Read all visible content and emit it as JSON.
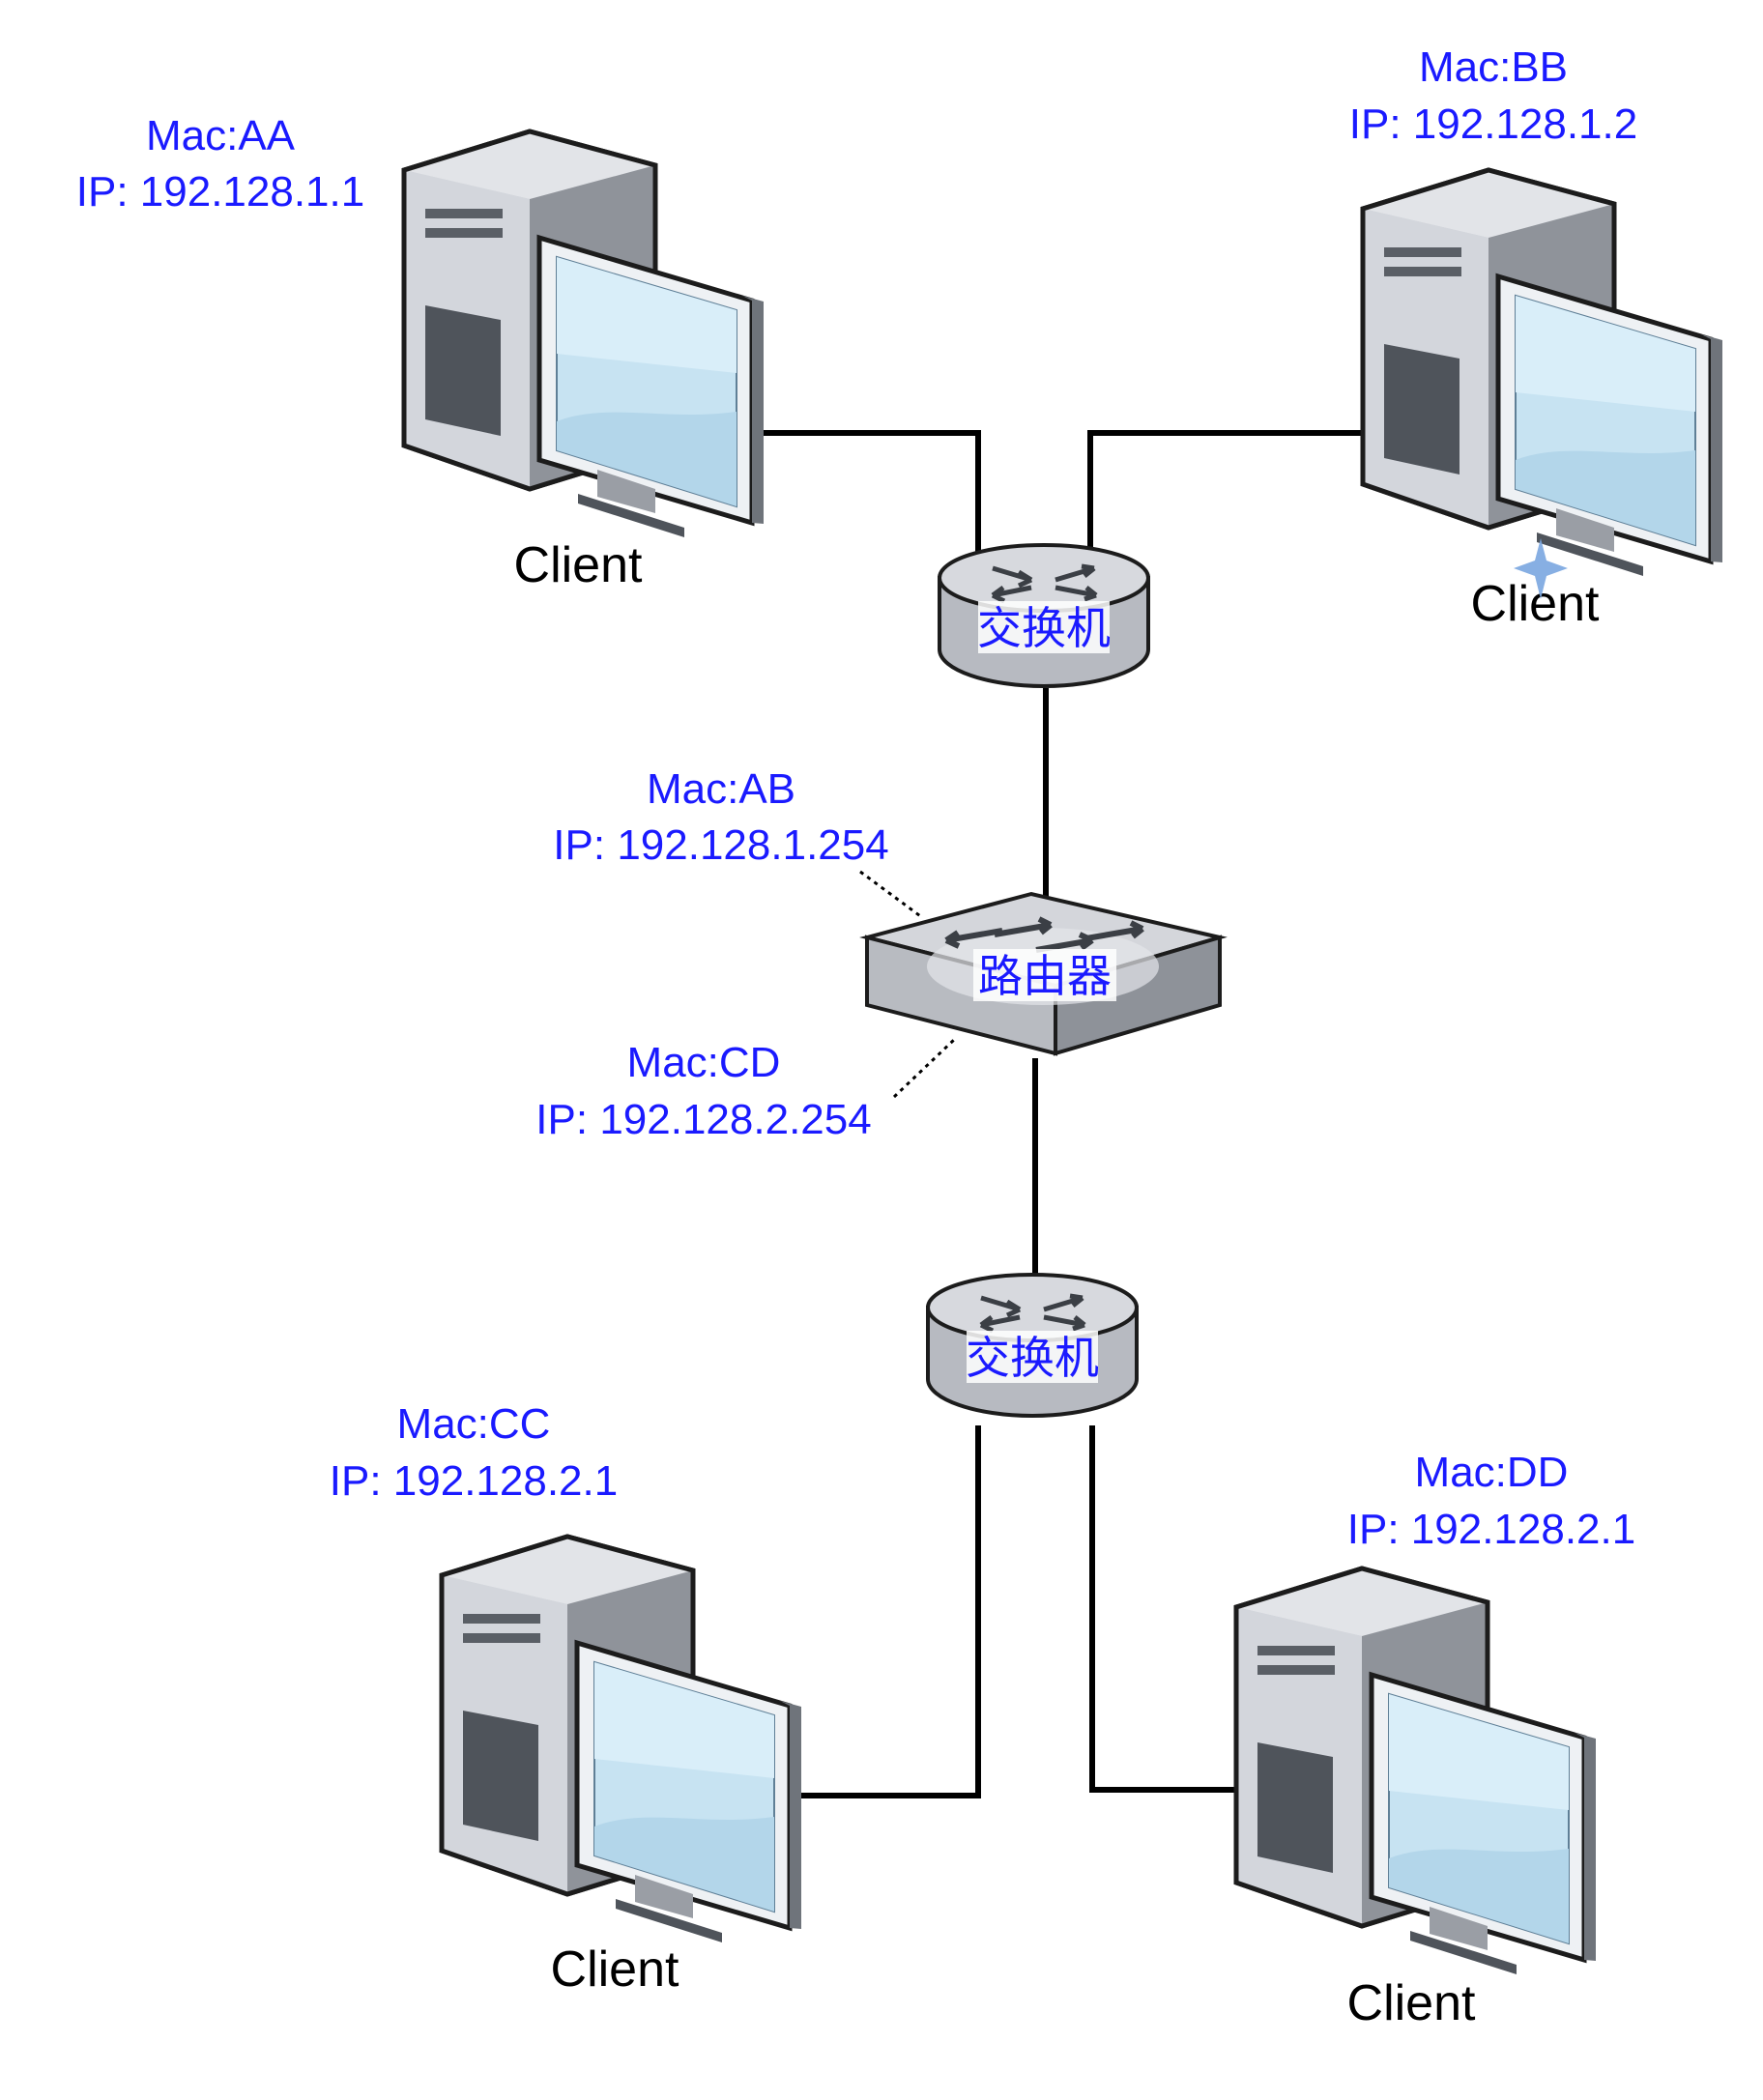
{
  "diagram": {
    "colors": {
      "label_text": "#1a1aff",
      "wire": "#000000",
      "device_body": "#c9ccd3",
      "device_dark": "#4f545b",
      "screen": "#c7e3f2"
    },
    "clients": [
      {
        "id": "client-aa",
        "mac": "Mac:AA",
        "ip": "IP: 192.128.1.1",
        "label": "Client"
      },
      {
        "id": "client-bb",
        "mac": "Mac:BB",
        "ip": "IP: 192.128.1.2",
        "label": "Client"
      },
      {
        "id": "client-cc",
        "mac": "Mac:CC",
        "ip": "IP: 192.128.2.1",
        "label": "Client"
      },
      {
        "id": "client-dd",
        "mac": "Mac:DD",
        "ip": "IP: 192.128.2.1",
        "label": "Client"
      }
    ],
    "switch_top": {
      "label": "交换机"
    },
    "switch_bottom": {
      "label": "交换机"
    },
    "router": {
      "label": "路由器",
      "iface_top": {
        "mac": "Mac:AB",
        "ip": "IP: 192.128.1.254"
      },
      "iface_bottom": {
        "mac": "Mac:CD",
        "ip": "IP: 192.128.2.254"
      }
    }
  }
}
